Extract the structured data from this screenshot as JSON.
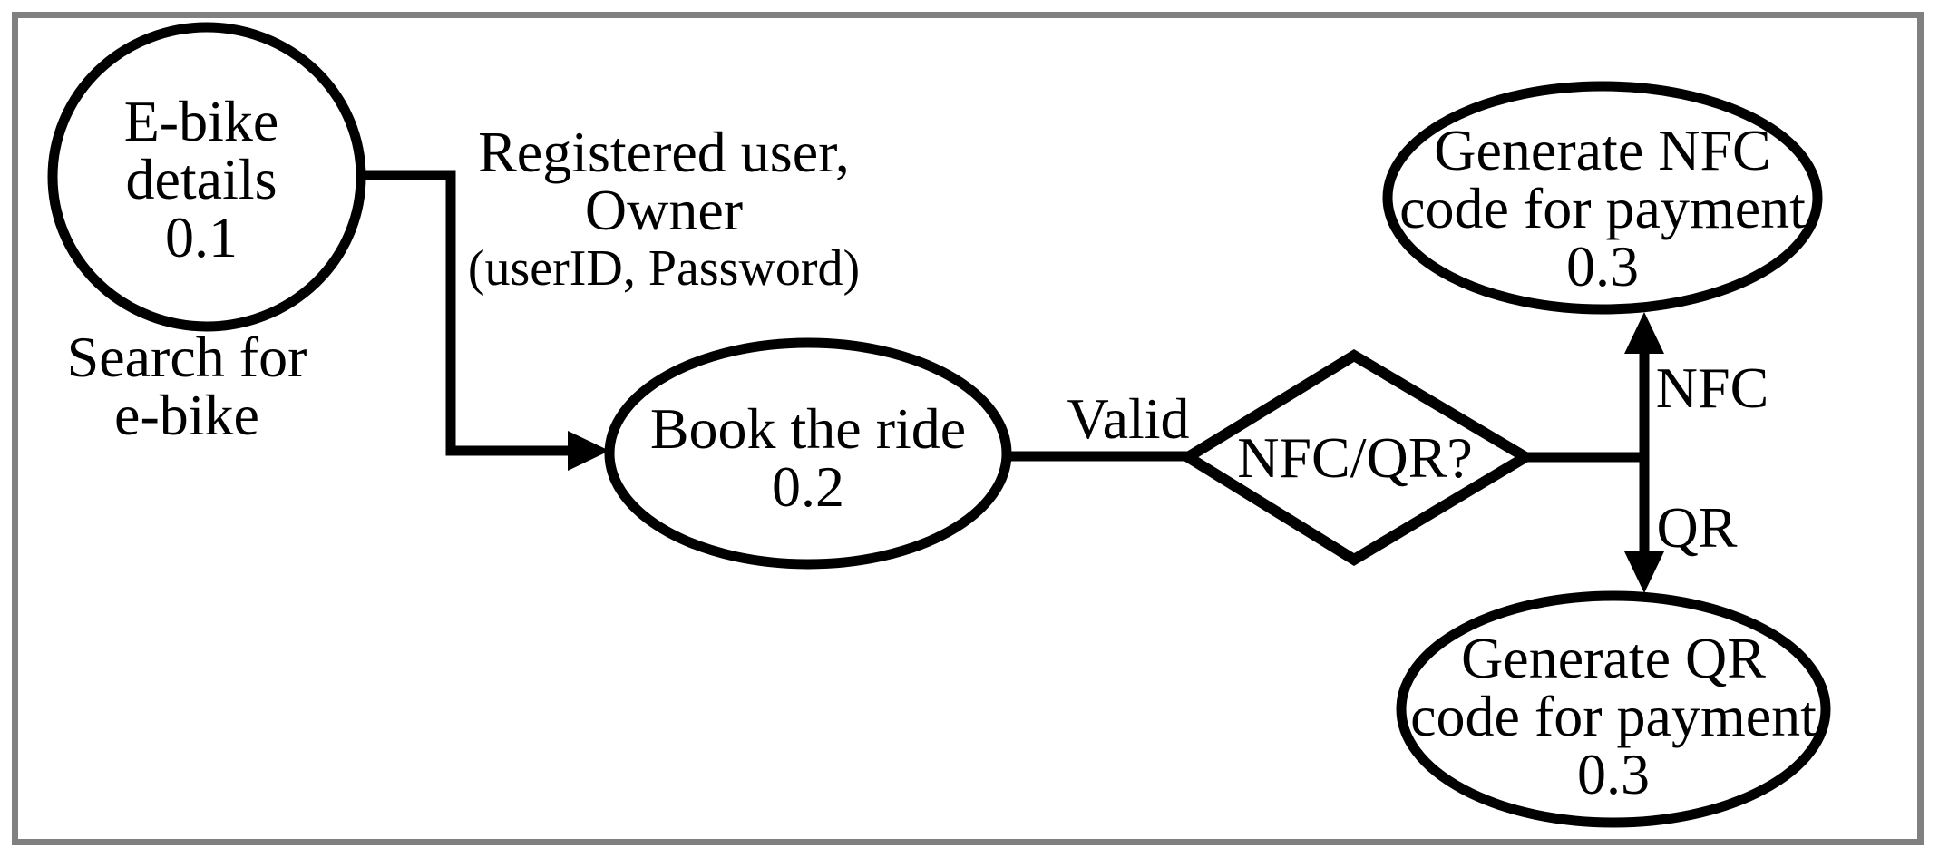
{
  "diagram": {
    "colors": {
      "background": "#ffffff",
      "border": "#808080",
      "ink": "#000000"
    },
    "nodes": {
      "ebike": {
        "lines": [
          "E-bike",
          "details",
          "0.1"
        ]
      },
      "search_caption": {
        "lines": [
          "Search for",
          "e-bike"
        ]
      },
      "book": {
        "lines": [
          "Book the ride",
          "0.2"
        ]
      },
      "decision": {
        "label": "NFC/QR?"
      },
      "generate_nfc": {
        "lines": [
          "Generate NFC",
          "code for payment",
          "0.3"
        ]
      },
      "generate_qr": {
        "lines": [
          "Generate QR",
          "code for payment",
          "0.3"
        ]
      }
    },
    "edge_labels": {
      "credentials": {
        "lines": [
          "Registered user,",
          "Owner",
          "(userID, Password)"
        ]
      },
      "valid": "Valid",
      "nfc": "NFC",
      "qr": "QR"
    }
  }
}
